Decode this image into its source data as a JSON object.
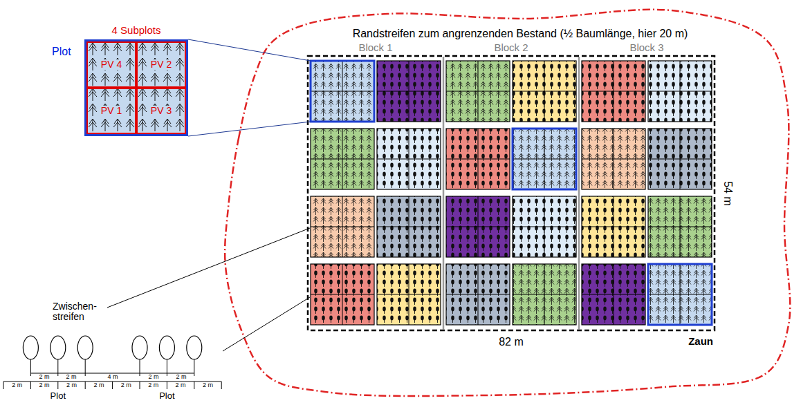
{
  "diagram": {
    "nodes": [
      {
        "text": [
          "Plot"
        ]
      },
      {
        "text": [
          "PV 4"
        ],
        "in": 0
      },
      {
        "text": [
          "PV 2"
        ],
        "in": 0
      },
      {
        "text": [
          "PV 1"
        ],
        "in": 0
      },
      {
        "text": [
          "PV 3"
        ],
        "in": 0
      }
    ],
    "labels": [
      "Randstreifen zum angrenzenden Bestand (½ Baumlänge, hier 20 m)",
      "4 Subplots",
      "Block 1",
      "Block 2",
      "Block 3",
      "54 m",
      "82 m",
      "Zaun",
      "Zwischen- streifen",
      "2 m",
      "2 m",
      "4 m",
      "2 m",
      "2 m",
      "2 m",
      "2 m",
      "2 m",
      "2 m",
      "2 m",
      "2 m",
      "2 m",
      "2 m",
      "Plot",
      "Plot"
    ]
  }
}
